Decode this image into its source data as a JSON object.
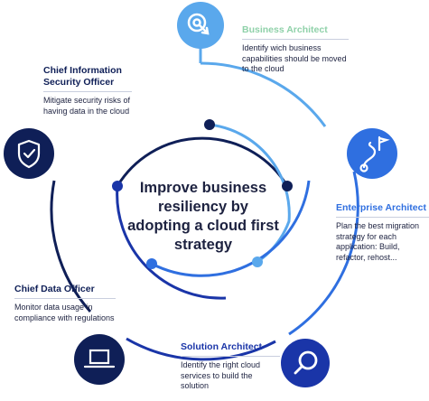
{
  "center_text": "Improve business resiliency by adopting a cloud first strategy",
  "colors": {
    "navy": "#0f1f57",
    "dark_blue": "#1a35a8",
    "blue": "#2f6fe0",
    "sky": "#5aa8ec",
    "pale_green": "#8fd1a9",
    "text": "#1d2240"
  },
  "roles": [
    {
      "id": "business-architect",
      "title": "Business Architect",
      "description": "Identify wich business capabilities should be moved to the cloud",
      "icon": "click-target-icon",
      "color": "#8fd1a9"
    },
    {
      "id": "enterprise-architect",
      "title": "Enterprise Architect",
      "description": "Plan the best migration strategy for each application: Build, refactor, rehost...",
      "icon": "route-flag-icon",
      "color": "#2f6fe0"
    },
    {
      "id": "solution-architect",
      "title": "Solution Architect",
      "description": "Identify the right cloud services to build the solution",
      "icon": "magnifier-icon",
      "color": "#1a35a8"
    },
    {
      "id": "chief-data-officer",
      "title": "Chief Data Officer",
      "description": "Monitor data usage in compliance with regulations",
      "icon": "laptop-icon",
      "color": "#0f1f57"
    },
    {
      "id": "ciso",
      "title": "Chief Information Security Officer",
      "description": "Mitigate security risks of having data in the cloud",
      "icon": "shield-check-icon",
      "color": "#0f1f57"
    }
  ]
}
